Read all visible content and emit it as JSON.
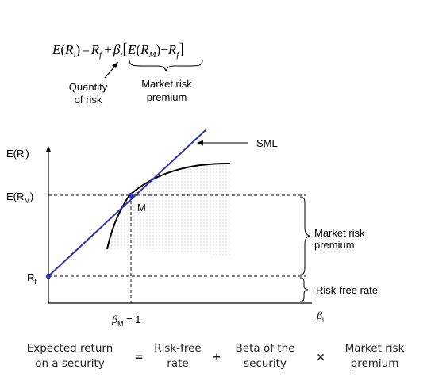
{
  "formula": {
    "E": "E",
    "R": "R",
    "i": "i",
    "f": "f",
    "M": "M",
    "beta": "β",
    "equals": "=",
    "plus": "+",
    "minus": "−",
    "lparen": "(",
    "rparen": ")",
    "lbracket": "[",
    "rbracket": "]"
  },
  "annotations": {
    "quantity_line1": "Quantity",
    "quantity_line2": "of risk",
    "premium_line1": "Market risk",
    "premium_line2": "premium"
  },
  "graph": {
    "y_top_label": {
      "E": "E(R",
      "sub": "i",
      "close": ")"
    },
    "y_mid_label": {
      "E": "E(R",
      "sub": "M",
      "close": ")"
    },
    "y_rf_label": {
      "R": "R",
      "sub": "f"
    },
    "point_label": "M",
    "sml_label": "SML",
    "beta_m_label": {
      "beta": "β",
      "sub": "M",
      "rest": " = 1"
    },
    "x_axis_label": {
      "beta": "β",
      "sub": "i"
    },
    "right_premium_line1": "Market risk",
    "right_premium_line2": "premium",
    "right_riskfree": "Risk-free rate"
  },
  "equation_words": {
    "expected_line1": "Expected return",
    "expected_line2": "on a security",
    "eq_sign": "=",
    "riskfree_line1": "Risk-free",
    "riskfree_line2": "rate",
    "plus_sign": "+",
    "beta_line1": "Beta of the",
    "beta_line2": "security",
    "times_sign": "×",
    "market_line1": "Market risk",
    "market_line2": "premium"
  },
  "colors": {
    "sml_line": "#2b35b0",
    "point": "#2b35b0",
    "axis": "#000000",
    "dots": "#9a9a9a"
  }
}
